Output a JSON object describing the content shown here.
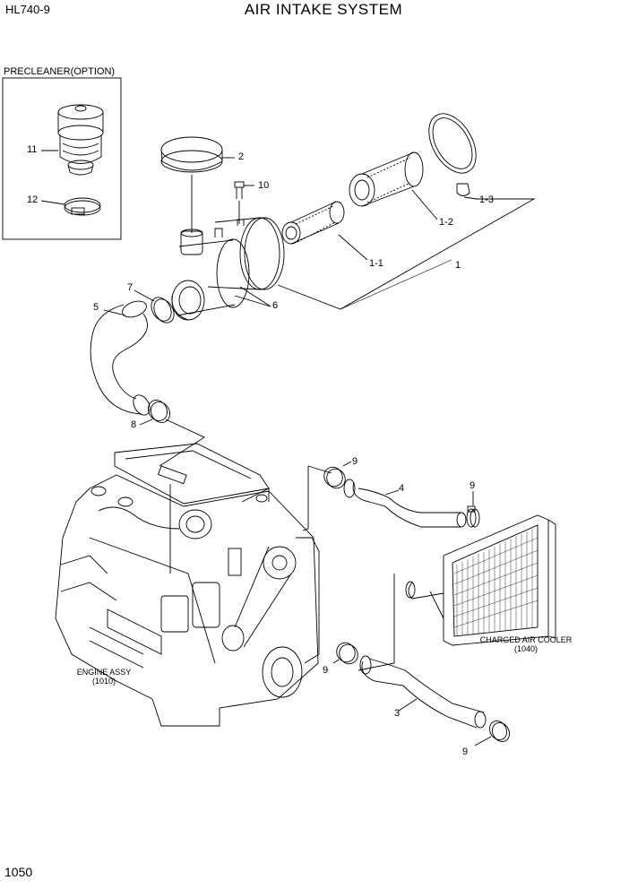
{
  "header": {
    "model": "HL740-9",
    "title": "AIR INTAKE SYSTEM"
  },
  "footer": {
    "page_number": "1050"
  },
  "precleaner": {
    "title": "PRECLEANER(OPTION)"
  },
  "callouts": {
    "c11": "11",
    "c12": "12",
    "c2": "2",
    "c10": "10",
    "c1_3": "1-3",
    "c1_2": "1-2",
    "c1_1": "1-1",
    "c1": "1",
    "c6": "6",
    "c7": "7",
    "c5": "5",
    "c8": "8",
    "c9a": "9",
    "c4": "4",
    "c9b": "9",
    "c9c": "9",
    "c3": "3",
    "c9d": "9"
  },
  "captions": {
    "engine_line1": "ENGINE ASSY",
    "engine_line2": "(1010)",
    "cooler_line1": "CHARGED AIR COOLER",
    "cooler_line2": "(1040)"
  }
}
